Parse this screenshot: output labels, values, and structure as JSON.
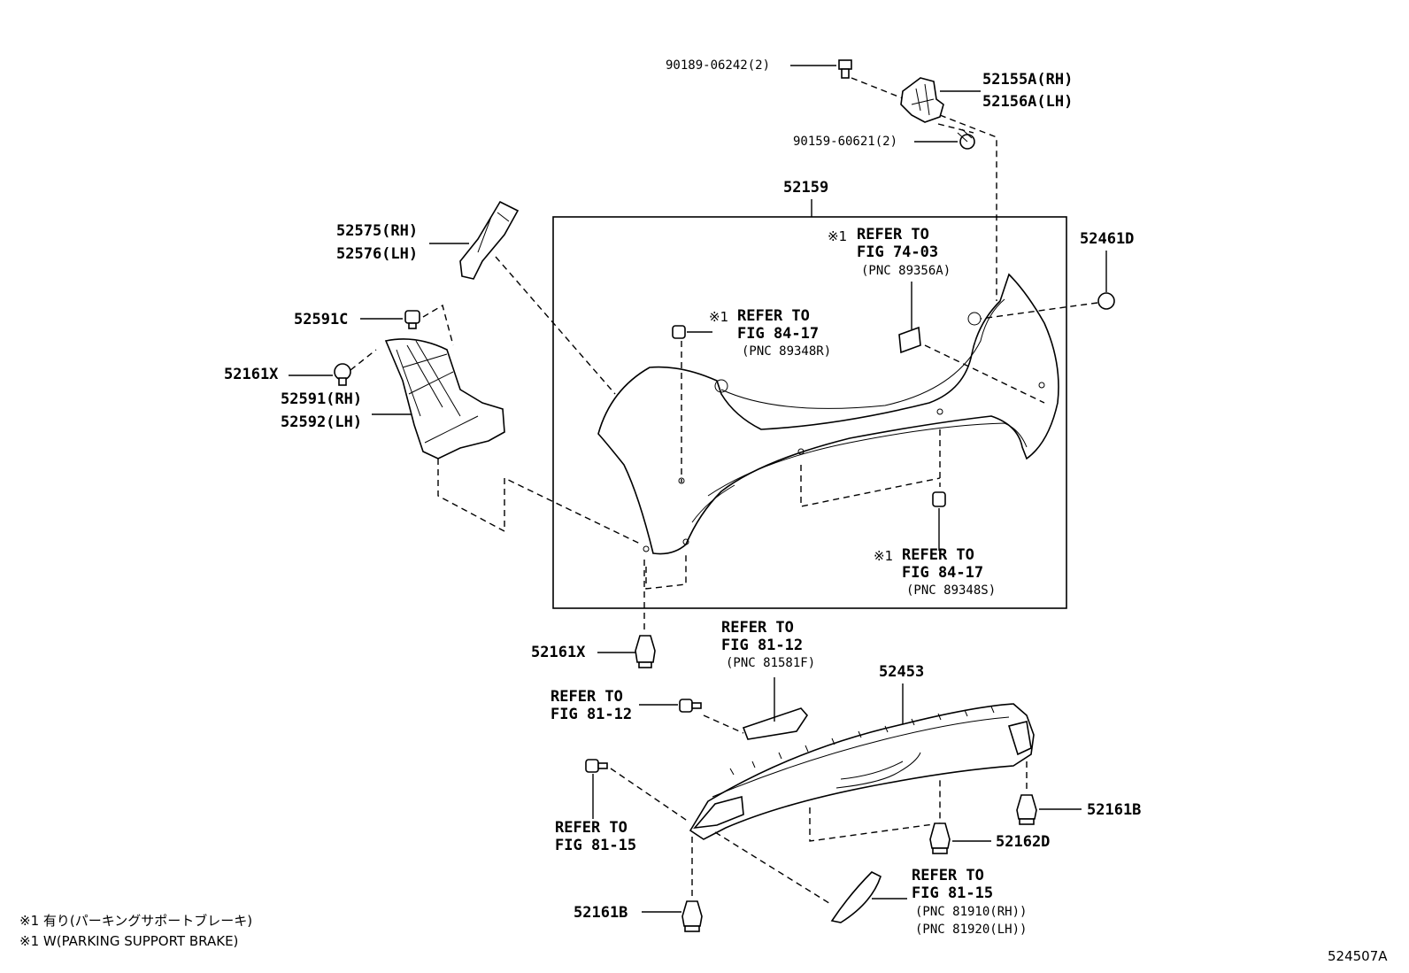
{
  "labels": {
    "bolt_top": "90189-06242(2)",
    "bracket_top_rh": "52155A(RH)",
    "bracket_top_lh": "52156A(LH)",
    "screw_top": "90159-60621(2)",
    "cover_assy": "52159",
    "retainer_rh": "52575(RH)",
    "retainer_lh": "52576(LH)",
    "clip_c": "52591C",
    "clip_x_upper": "52161X",
    "shield_rh": "52591(RH)",
    "shield_lh": "52592(LH)",
    "clip_x_lower": "52161X",
    "cap": "52461D",
    "spoiler": "52453",
    "clip_b_right": "52161B",
    "clip_d": "52162D",
    "clip_b_lower": "52161B",
    "figure_code": "524507A"
  },
  "refs": {
    "ref_74_03": {
      "marker": "※1",
      "l1": "REFER TO",
      "l2": "FIG 74-03",
      "l3": "(PNC 89356A)"
    },
    "ref_84_17_a": {
      "marker": "※1",
      "l1": "REFER TO",
      "l2": "FIG 84-17",
      "l3": "(PNC 89348R)"
    },
    "ref_84_17_b": {
      "marker": "※1",
      "l1": "REFER TO",
      "l2": "FIG 84-17",
      "l3": "(PNC 89348S)"
    },
    "ref_81_12_a": {
      "l1": "REFER TO",
      "l2": "FIG 81-12",
      "l3": "(PNC 81581F)"
    },
    "ref_81_12_b": {
      "l1": "REFER TO",
      "l2": "FIG 81-12"
    },
    "ref_81_15_a": {
      "l1": "REFER TO",
      "l2": "FIG 81-15"
    },
    "ref_81_15_b": {
      "l1": "REFER TO",
      "l2": "FIG 81-15",
      "l3": "(PNC 81910(RH))",
      "l4": "(PNC 81920(LH))"
    }
  },
  "footnotes": {
    "note_jp": "※1 有り(パーキングサポートブレーキ)",
    "note_en": "※1 W(PARKING SUPPORT BRAKE)"
  }
}
